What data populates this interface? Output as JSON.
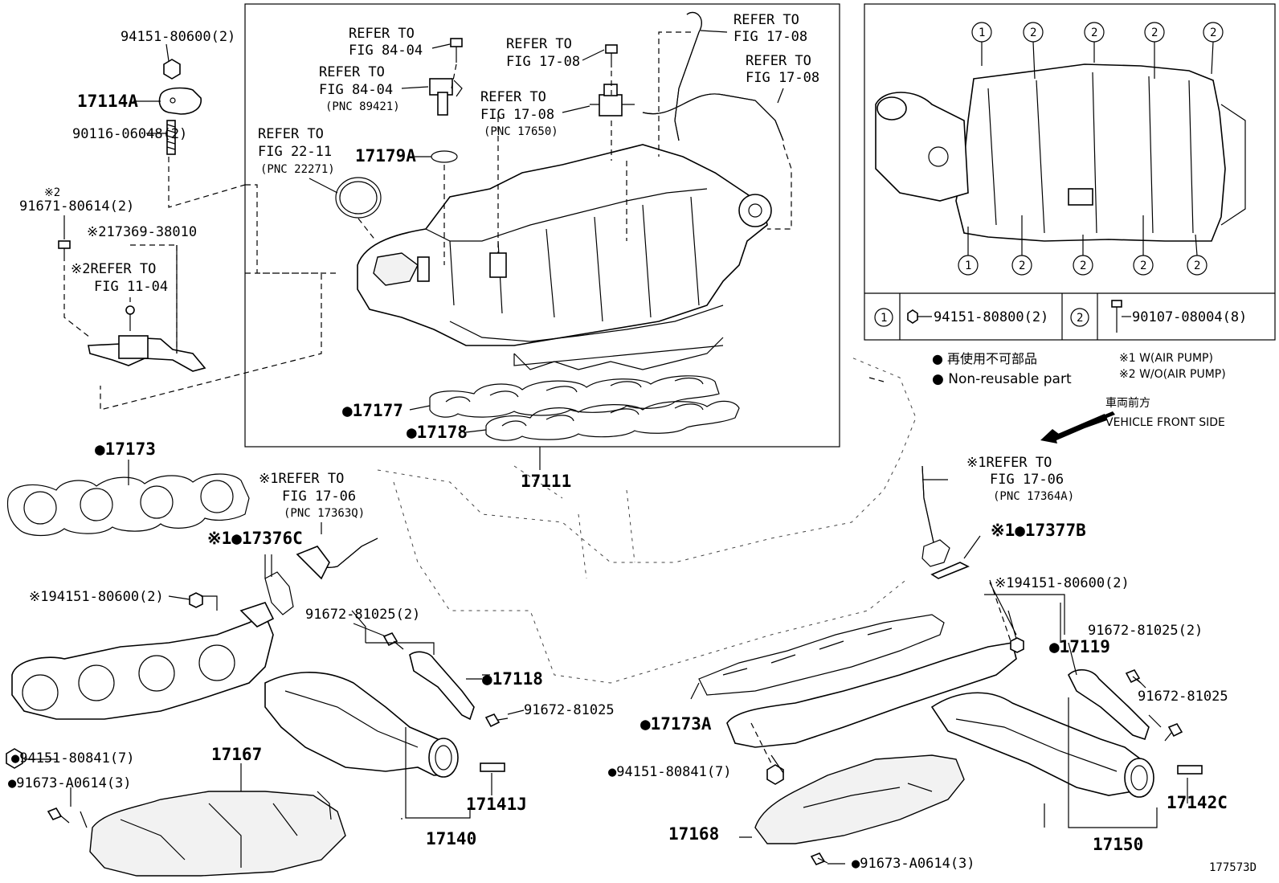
{
  "diagram_code": "177573D",
  "labels": {
    "p94151_80600_2": "94151-80600(2)",
    "p17114A": "17114A",
    "p90116_06048_2": "90116-06048(2)",
    "note2a": "※2",
    "p91671_80614_2": "91671-80614(2)",
    "p17369_38010": "※217369-38010",
    "p17173": "●17173",
    "p_note1_94151_80600_2_left": "※194151-80600(2)",
    "p17376C": "※1●17376C",
    "p91672_81025_2_left": "91672-81025(2)",
    "p17118": "●17118",
    "p91672_81025_mid": "91672-81025",
    "p94151_80841_7_left": "●94151-80841(7)",
    "p17167": "17167",
    "p91673_A0614_3_left": "●91673-A0614(3)",
    "p17141J": "17141J",
    "p17140": "17140",
    "p17111": "17111",
    "p17177": "●17177",
    "p17178": "●17178",
    "p17179A": "17179A",
    "p17377B": "※1●17377B",
    "p_note1_94151_80600_2_right": "※194151-80600(2)",
    "p91672_81025_2_right": "91672-81025(2)",
    "p17119": "●17119",
    "p91672_81025_right": "91672-81025",
    "p17173A": "●17173A",
    "p94151_80841_7_right": "●94151-80841(7)",
    "p17142C": "17142C",
    "p17150": "17150",
    "p17168": "17168",
    "p91673_A0614_3_right": "●91673-A0614(3)"
  },
  "refs": {
    "fig11_04": [
      "※2REFER TO",
      "FIG 11-04"
    ],
    "fig22_11": [
      "REFER TO",
      "FIG 22-11",
      "(PNC 22271)"
    ],
    "fig84_04_a": [
      "REFER TO",
      "FIG 84-04"
    ],
    "fig84_04_b": [
      "REFER TO",
      "FIG 84-04",
      "(PNC 89421)"
    ],
    "fig17_08_a": [
      "REFER TO",
      "FIG 17-08"
    ],
    "fig17_08_b": [
      "REFER TO",
      "FIG 17-08",
      "(PNC 17650)"
    ],
    "fig17_08_c": [
      "REFER TO",
      "FIG 17-08"
    ],
    "fig17_08_d": [
      "REFER TO",
      "FIG 17-08"
    ],
    "fig17_06_left": [
      "※1REFER TO",
      "FIG 17-06",
      "(PNC 17363Q)"
    ],
    "fig17_06_right": [
      "※1REFER TO",
      "FIG 17-06",
      "(PNC 17364A)"
    ]
  },
  "inset_table": {
    "key1": "1",
    "key1_part": "94151-80800(2)",
    "key2": "2",
    "key2_part": "90107-08004(8)",
    "callouts_top": [
      "1",
      "2",
      "2",
      "2",
      "2"
    ],
    "callouts_bottom": [
      "1",
      "2",
      "2",
      "2",
      "2"
    ]
  },
  "legend": {
    "nonreusable_jp": "● 再使用不可部品",
    "nonreusable_en": "● Non-reusable part",
    "note1": "※1 W(AIR PUMP)",
    "note2": "※2 W/O(AIR PUMP)",
    "front_jp": "車両前方",
    "front_en": "VEHICLE FRONT SIDE"
  },
  "colors": {
    "ink": "#000000",
    "paper": "#ffffff"
  }
}
